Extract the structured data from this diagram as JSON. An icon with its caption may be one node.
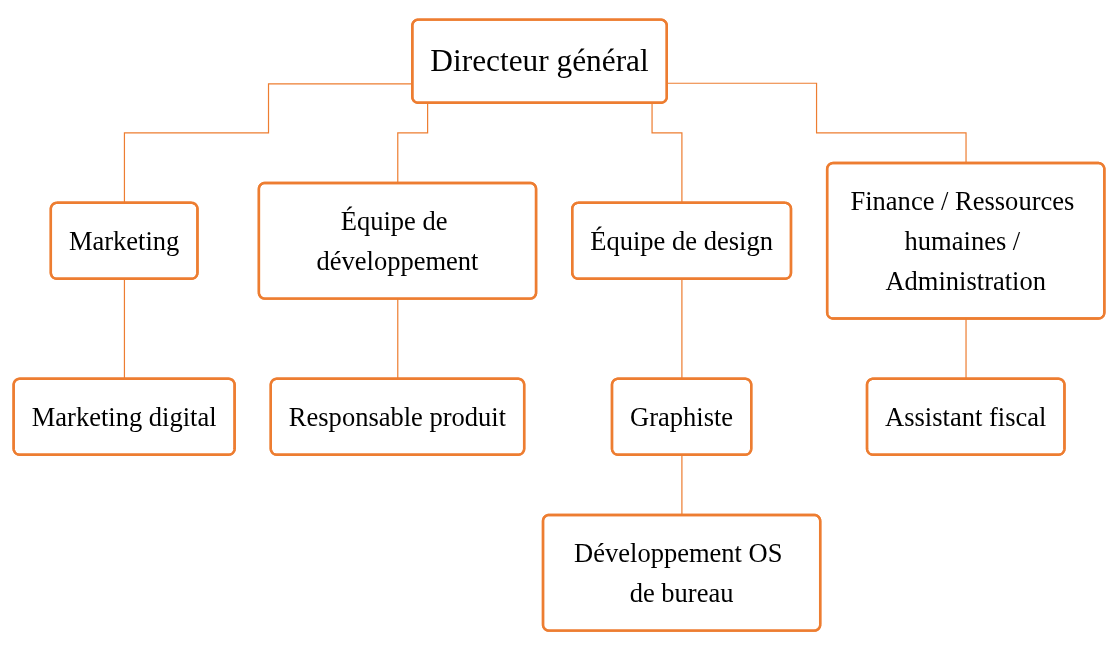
{
  "diagram": {
    "nodes": [
      {
        "text": [
          "Directeur général"
        ]
      },
      {
        "text": [
          "Marketing"
        ]
      },
      {
        "text": [
          "Équipe de développement"
        ]
      },
      {
        "text": [
          "Équipe de design"
        ]
      },
      {
        "text": [
          "Finance / Ressources humaines / Administration"
        ]
      },
      {
        "text": [
          "Marketing digital"
        ]
      },
      {
        "text": [
          "Responsable produit"
        ]
      },
      {
        "text": [
          "Graphiste"
        ]
      },
      {
        "text": [
          "Développement OS de bureau"
        ]
      },
      {
        "text": [
          "Assistant fiscal"
        ]
      }
    ],
    "edges": [
      {
        "from": 0,
        "to": 1,
        "arrow": "none"
      },
      {
        "from": 0,
        "to": 2,
        "arrow": "none"
      },
      {
        "from": 0,
        "to": 3,
        "arrow": "none"
      },
      {
        "from": 0,
        "to": 4,
        "arrow": "none"
      },
      {
        "from": 1,
        "to": 5,
        "arrow": "none"
      },
      {
        "from": 2,
        "to": 6,
        "arrow": "none"
      },
      {
        "from": 3,
        "to": 7,
        "arrow": "none"
      },
      {
        "from": 7,
        "to": 8,
        "arrow": "none"
      },
      {
        "from": 4,
        "to": 9,
        "arrow": "none"
      }
    ]
  }
}
